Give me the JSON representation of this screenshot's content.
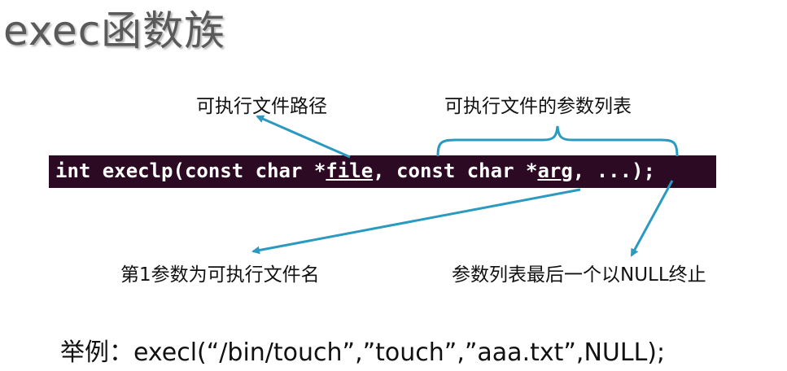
{
  "title": "exec函数族",
  "labels": {
    "path": "可执行文件路径",
    "arg_list": "可执行文件的参数列表",
    "first_arg": "第1参数为可执行文件名",
    "null_end": "参数列表最后一个以NULL终止"
  },
  "code": {
    "prefix": "int execlp(const char *",
    "param1": "file",
    "middle": ", const char *",
    "param2": "arg",
    "suffix": ", ...);"
  },
  "example": "举例：execl(“/bin/touch”,”touch”,”aaa.txt”,NULL);",
  "colors": {
    "annotation": "#2b9ac0",
    "code_bg": "#2c0a23",
    "title": "#5a5a5a"
  }
}
